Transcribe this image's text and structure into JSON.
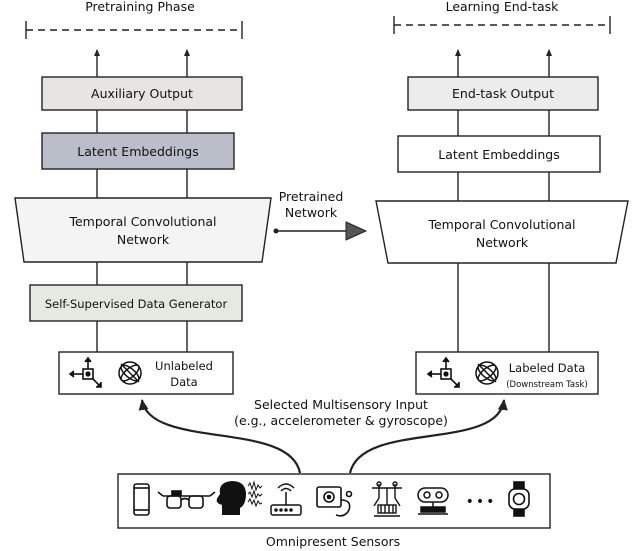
{
  "left_panel": {
    "phase_title": "Pretraining Phase",
    "auxiliary_output": "Auxiliary Output",
    "latent_embeddings": "Latent Embeddings",
    "tcn_line1": "Temporal Convolutional",
    "tcn_line2": "Network",
    "data_generator": "Self-Supervised Data Generator",
    "data_line1": "Unlabeled",
    "data_line2": "Data"
  },
  "right_panel": {
    "phase_title": "Learning End-task",
    "end_task_output": "End-task Output",
    "latent_embeddings": "Latent Embeddings",
    "tcn_line1": "Temporal Convolutional",
    "tcn_line2": "Network",
    "data_line1": "Labeled Data",
    "data_line2": "(Downstream Task)"
  },
  "transfer": {
    "line1": "Pretrained",
    "line2": "Network"
  },
  "input": {
    "line1": "Selected Multisensory Input",
    "line2": "(e.g., accelerometer & gyroscope)"
  },
  "sensors": {
    "ellipsis": "•••",
    "caption": "Omnipresent Sensors",
    "icons": [
      "smartphone-icon",
      "smart-glasses-icon",
      "head-sensor-icon",
      "router-icon",
      "camera-sensor-icon",
      "robot-icon",
      "smart-speaker-icon",
      "smartwatch-icon"
    ]
  },
  "colors": {
    "auxiliary_fill": "#e8e4e4",
    "latent_fill_left": "#b9bec8",
    "generator_fill": "#e6e9e2",
    "end_task_fill": "#ececec",
    "stroke": "#222222"
  }
}
